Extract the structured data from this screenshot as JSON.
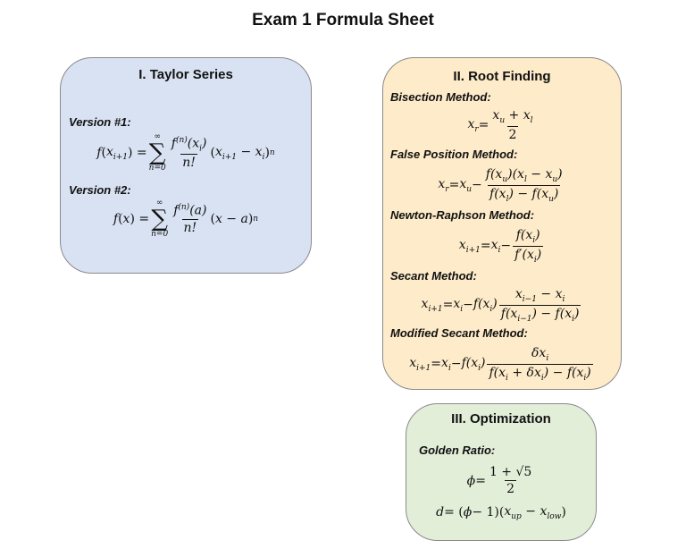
{
  "title": "Exam 1 Formula Sheet",
  "taylor": {
    "heading": "I. Taylor Series",
    "version1_label": "Version #1:",
    "version2_label": "Version #2:"
  },
  "root": {
    "heading": "II. Root Finding",
    "bisection_label": "Bisection Method:",
    "false_position_label": "False Position Method:",
    "newton_label": "Newton-Raphson Method:",
    "secant_label": "Secant Method:",
    "modified_secant_label": "Modified Secant Method:"
  },
  "optimization": {
    "heading": "III. Optimization",
    "golden_label": "Golden Ratio:"
  },
  "colors": {
    "taylor_fill": "#d8e2f3",
    "root_fill": "#fdebc9",
    "optimization_fill": "#e3eed9",
    "border": "#8a8a8a"
  }
}
